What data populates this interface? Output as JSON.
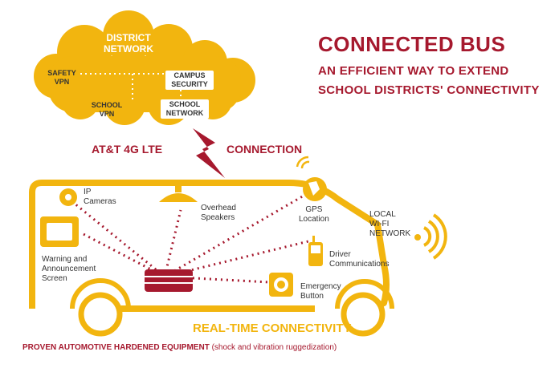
{
  "colors": {
    "accent": "#a6192e",
    "yellow": "#f2b50f",
    "text": "#333333"
  },
  "header": {
    "title": "CONNECTED BUS",
    "subtitle_line1": "AN EFFICIENT WAY TO EXTEND",
    "subtitle_line2": "SCHOOL DISTRICTS' CONNECTIVITY"
  },
  "cloud": {
    "title_line1": "DISTRICT",
    "title_line2": "NETWORK",
    "safety_vpn": [
      "SAFETY",
      "VPN"
    ],
    "campus_security": [
      "CAMPUS",
      "SECURITY"
    ],
    "school_vpn": [
      "SCHOOL",
      "VPN"
    ],
    "school_network": [
      "SCHOOL",
      "NETWORK"
    ]
  },
  "connection": {
    "left": "AT&T 4G LTE",
    "right": "CONNECTION"
  },
  "bus_items": {
    "ip_cameras": [
      "IP",
      "Cameras"
    ],
    "overhead_speakers": [
      "Overhead",
      "Speakers"
    ],
    "gps_location": [
      "GPS",
      "Location"
    ],
    "local_wifi": [
      "LOCAL",
      "WI-FI",
      "NETWORK"
    ],
    "warning_screen": [
      "Warning and",
      "Announcement",
      "Screen"
    ],
    "driver_comms": [
      "Driver",
      "Communications"
    ],
    "emergency_button": [
      "Emergency",
      "Button"
    ]
  },
  "footer": {
    "realtime": "REAL-TIME CONNECTIVITY",
    "proven_bold": "PROVEN AUTOMOTIVE HARDENED EQUIPMENT",
    "proven_rest": " (shock and vibration ruggedization)"
  },
  "icons": [
    "camera-icon",
    "speaker-icon",
    "gps-globe-icon",
    "wifi-icon",
    "screen-icon",
    "phone-icon",
    "emergency-button-icon",
    "router-icon",
    "lightning-icon",
    "cloud-icon"
  ]
}
